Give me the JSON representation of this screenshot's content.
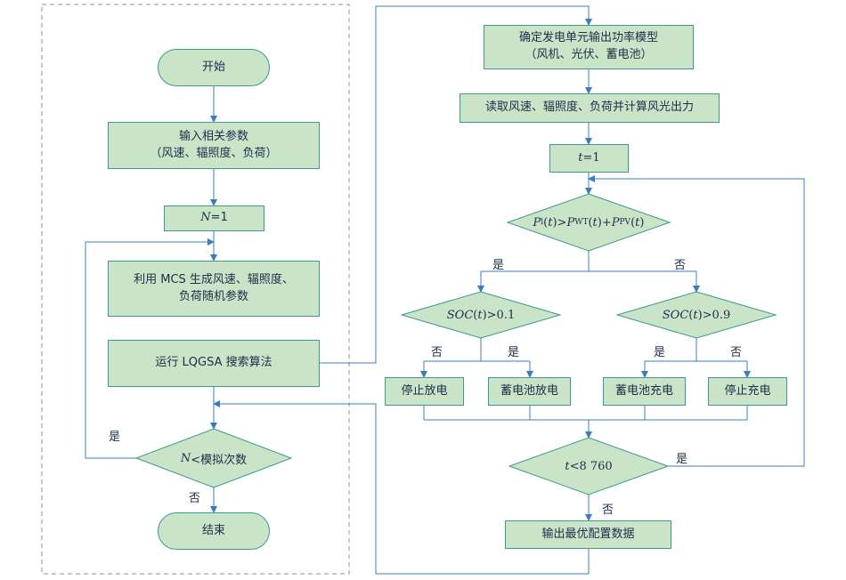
{
  "left": {
    "start": "开始",
    "input": [
      "输入相关参数",
      "（风速、辐照度、负荷）"
    ],
    "n_init_var": "N",
    "n_init_val": "=1",
    "mcs": [
      "利用 MCS 生成风速、辐照度、",
      "负荷随机参数"
    ],
    "lqgsa": "运行 LQGSA 搜索算法",
    "loop_var": "N",
    "loop_rest": "<模拟次数",
    "yes": "是",
    "no": "否",
    "end": "结束"
  },
  "right": {
    "model": [
      "确定发电单元输出功率模型",
      "（风机、光伏、蓄电池）"
    ],
    "read": "读取风速、辐照度、负荷并计算风光出力",
    "t_init_var": "t",
    "t_init_val": "=1",
    "cond1": {
      "p": "P",
      "l": "l",
      "t": "t",
      "wt": "WT",
      "pv": "PV"
    },
    "yes": "是",
    "no": "否",
    "soc": "SOC",
    "soc_t": "t",
    "soc_left_val": ">0.1",
    "soc_right_val": ">0.9",
    "l_no": "否",
    "l_yes": "是",
    "r_yes": "是",
    "r_no": "否",
    "stop_discharge": "停止放电",
    "battery_discharge": "蓄电池放电",
    "battery_charge": "蓄电池充电",
    "stop_charge": "停止充电",
    "t_loop_var": "t",
    "t_loop_rest": "<8 760",
    "t_loop_yes": "是",
    "t_loop_no": "否",
    "output": "输出最优配置数据"
  },
  "colors": {
    "fill": "#c9e4c6",
    "stroke": "#3d9a8e",
    "line": "#3a7cbf",
    "frame": "#7a9aa6"
  }
}
